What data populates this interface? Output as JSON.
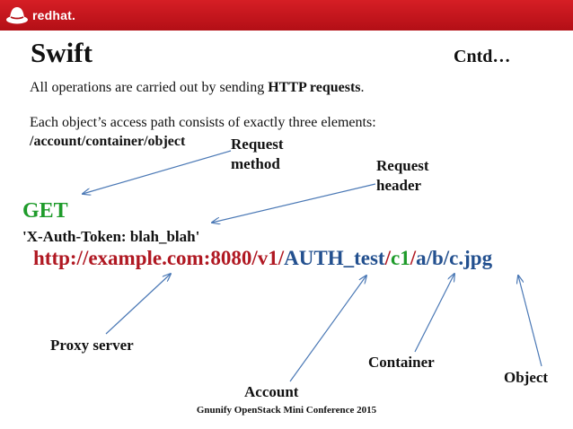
{
  "brand": {
    "logo_text": "redhat."
  },
  "slide": {
    "title": "Swift",
    "continued": "Cntd…",
    "intro": {
      "text": "All operations are carried out by sending ",
      "bold": "HTTP requests",
      "end": "."
    },
    "path_intro": "Each object’s access path consists of exactly three elements:",
    "path_format": "/account/container/object",
    "labels": {
      "request_method": [
        "Request",
        "method"
      ],
      "request_header": [
        "Request",
        "header"
      ],
      "proxy_server": "Proxy server",
      "account": "Account",
      "container": "Container",
      "object": "Object"
    },
    "method": "GET",
    "header": "'X-Auth-Token: blah_blah'",
    "url": {
      "proxy": "http://example.com:8080/v1/",
      "account": "AUTH_test",
      "sep1": "/",
      "container": "c1",
      "sep2": "/",
      "object": "a/b/c.jpg"
    },
    "footer": "Gnunify OpenStack Mini Conference 2015"
  },
  "colors": {
    "brand_red": "#c1121a",
    "url_red": "#b01822",
    "url_blue": "#23508f",
    "url_green": "#1e9b2a",
    "arrow": "#4a78b5"
  }
}
